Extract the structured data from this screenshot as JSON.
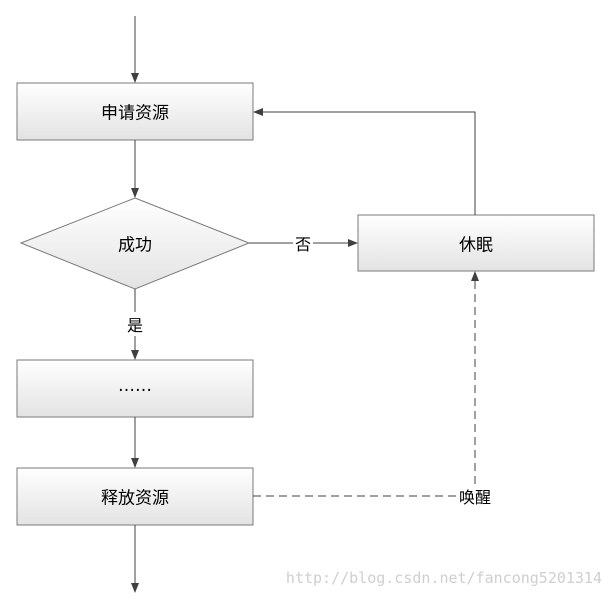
{
  "nodes": {
    "apply": {
      "label": "申请资源"
    },
    "success": {
      "label": "成功"
    },
    "sleep": {
      "label": "休眠"
    },
    "ellipsis": {
      "label": "……"
    },
    "release": {
      "label": "释放资源"
    }
  },
  "edges": {
    "no_label": "否",
    "yes_label": "是",
    "wake_label": "唤醒"
  },
  "watermark": "http://blog.csdn.net/fancong5201314",
  "colors": {
    "box_border": "#7a7a7a",
    "box_fill_top": "#ffffff",
    "box_fill_bottom": "#e4e4e4",
    "line": "#404040",
    "watermark": "#cfcfcf"
  }
}
